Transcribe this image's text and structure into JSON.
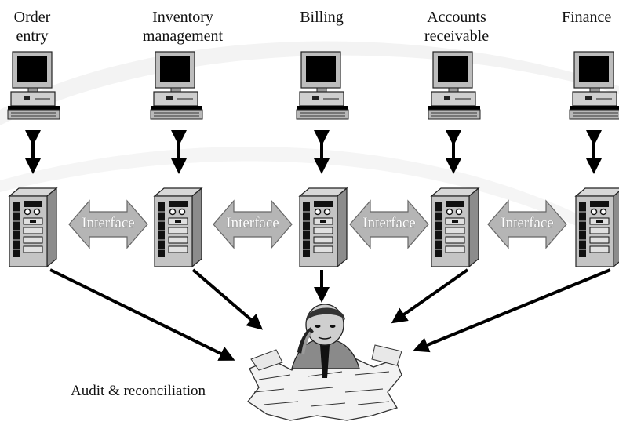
{
  "departments": [
    {
      "label_line1": "Order",
      "label_line2": "entry"
    },
    {
      "label_line1": "Inventory",
      "label_line2": "management"
    },
    {
      "label_line1": "",
      "label_line2": "Billing"
    },
    {
      "label_line1": "Accounts",
      "label_line2": "receivable"
    },
    {
      "label_line1": "",
      "label_line2": "Finance"
    }
  ],
  "interfaces": [
    "Interface",
    "Interface",
    "Interface",
    "Interface"
  ],
  "audit": {
    "label": "Audit & reconciliation"
  },
  "icons": [
    "desktop-computer-icon",
    "server-tower-icon",
    "clerk-with-paperwork-icon"
  ]
}
